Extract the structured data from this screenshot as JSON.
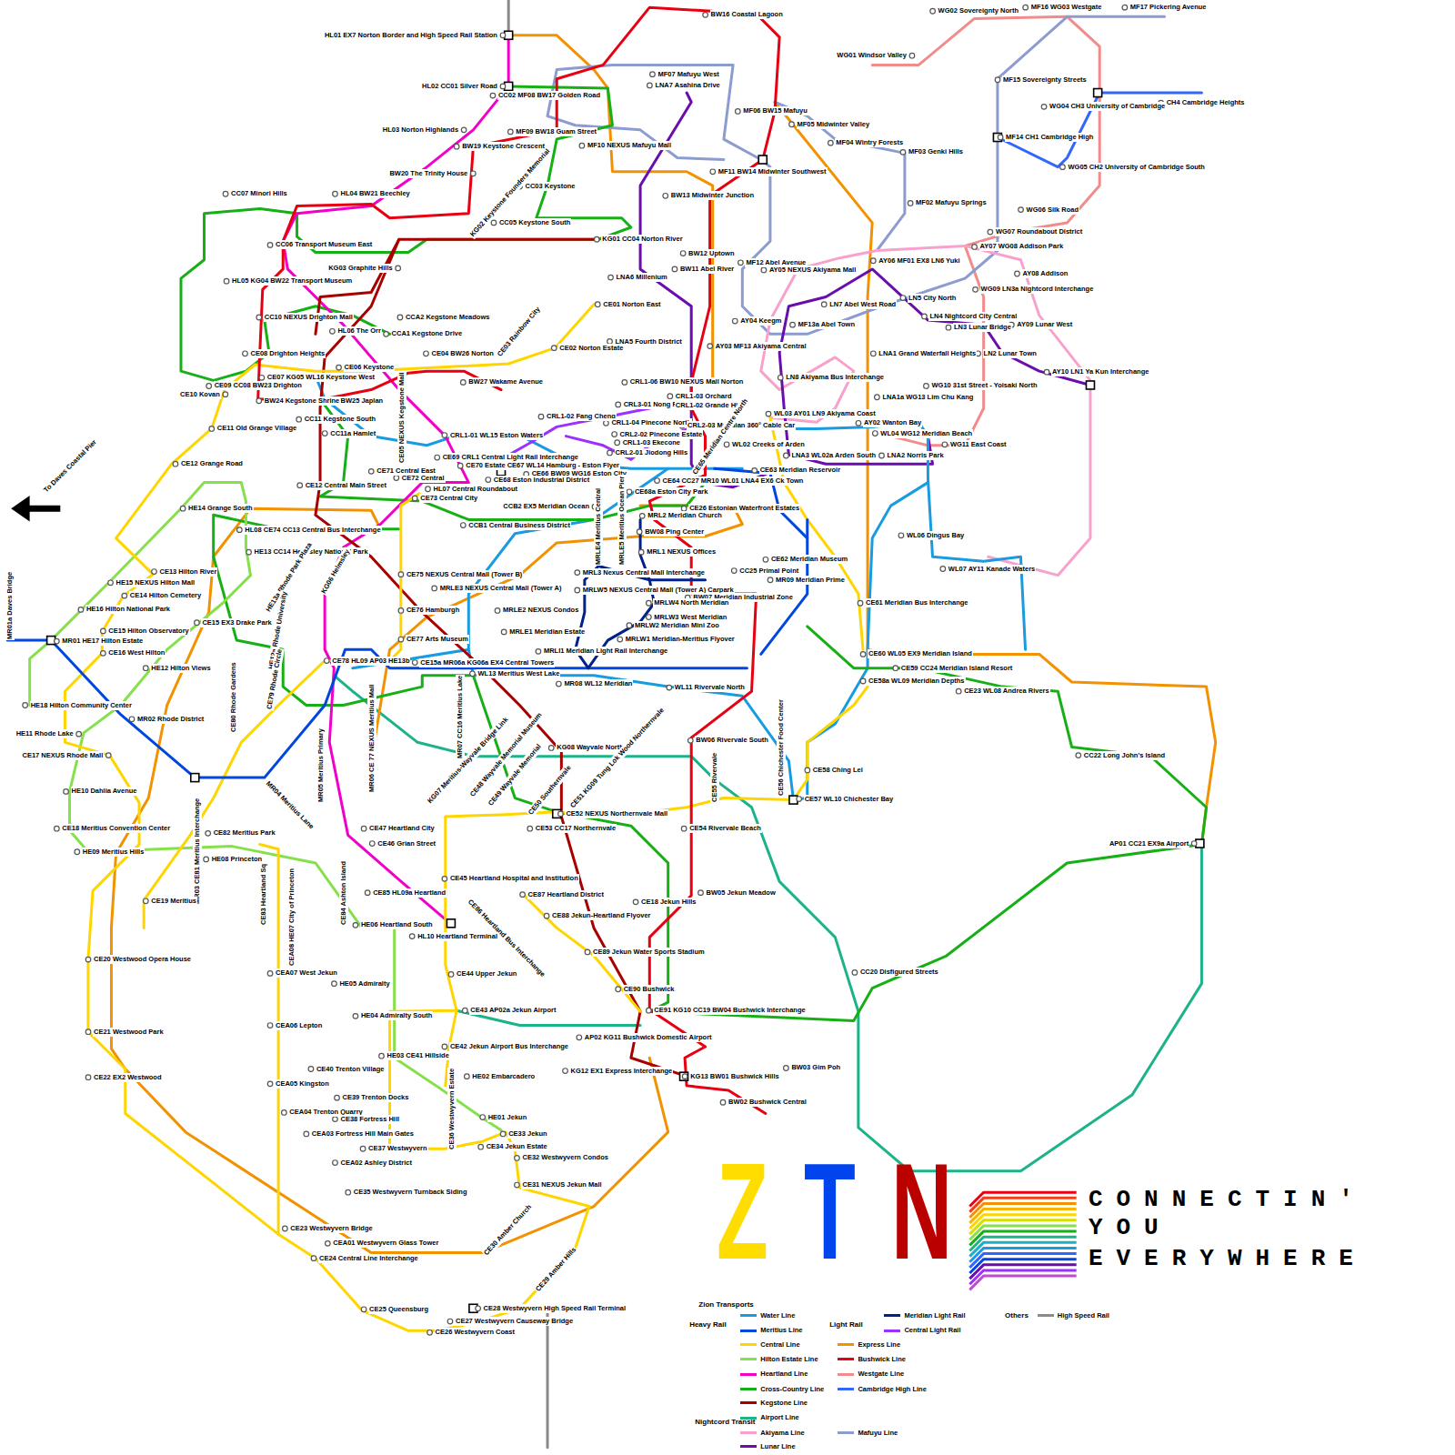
{
  "diagram": {
    "labels": [
      "BW16 Coastal Lagoon",
      "WG02 Sovereignty North",
      "MF16 WG03 Westgate",
      "MF17 Pickering Avenue",
      "HL01 EX7 Norton Border and High Speed Rail Station",
      "WG01 Windsor Valley",
      "MF07 Mafuyu West",
      "LNA7 Asahina Drive",
      "MF15 Sovereignty Streets",
      "HL02 CC01 Silver Road",
      "CC02 MF08 BW17 Golden Road",
      "WG04 CH3 University of Cambridge",
      "CH4 Cambridge Heights",
      "MF06 BW15 Mafuyu",
      "MF05 Midwinter Valley",
      "HL03 Norton Highlands",
      "MF09 BW18 Guam Street",
      "MF14 CH1 Cambridge High",
      "MF04 Wintry Forests",
      "BW19 Keystone Crescent",
      "MF10 NEXUS Mafuyu Mall",
      "MF03 Genki Hills",
      "WG05 CH2 University of Cambridge South",
      "MF11 BW14 Midwinter Southwest",
      "BW20 The Trinity House",
      "KG02 Keystone Founders Memorial",
      "CC03 Keystone",
      "CC07 Minori Hills",
      "HL04 BW21 Beechley",
      "BW13 Midwinter Junction",
      "MF02 Mafuyu Springs",
      "WG06 Silk Road",
      "CC05 Keystone South",
      "WG07 Roundabout District",
      "KG01 CC04 Norton River",
      "CC06 Transport Museum East",
      "AY07 WG08 Addison Park",
      "BW12 Uptown",
      "MF12 Abel Avenue",
      "AY06 MF01 EX8 LN6 Yuki",
      "KG03 Graphite Hills",
      "BW11 Abel River",
      "AY05 NEXUS Akiyama Mall",
      "AY08 Addison",
      "HL05 KG04 BW22 Transport Museum",
      "LNA6 Millenium",
      "WG09 LN3a Nightcord Interchange",
      "LN5 City North",
      "LN7 Abel West Road",
      "CE01 Norton East",
      "CC10 NEXUS Drighton Mall",
      "CCA2 Kegstone Meadows",
      "AY04 Keegm",
      "LN4 Nightcord City Central",
      "LN3 Lunar Bridge",
      "AY09 Lunar West",
      "MF13a Abel Town",
      "HL06 The Orr",
      "CCA1 Kegstone Drive",
      "CE03 Rainbow City",
      "LNA5 Fourth District",
      "AY03 MF13 Akiyama Central",
      "CE02 Norton Estate",
      "CE08 Drighton Heights",
      "CE04 BW26 Norton",
      "LNA1 Grand Waterfall Heights",
      "LN2 Lunar Town",
      "AY10 LN1 Ya Kun Interchange",
      "CE07 KG05 WL16 Keystone West",
      "CE06 Keystone",
      "LN8 Akiyama Bus Interchange",
      "BW27 Wakame Avenue",
      "CE09 CC08 BW23 Drighton",
      "CE10 Kovan",
      "CRL1-06 BW10 NEXUS Mall Norton",
      "WG10 31st Street - Yoisaki North",
      "LNA1a WG13 Lim Chu Kang",
      "BW24 Kegstone Shrine",
      "BW25 Japlan",
      "CRL3-01 Nong Ping",
      "CRL1-02 Grande Hills",
      "CC11 Kegstone South",
      "CRL1-02 Fang Cheng",
      "CRL1-03 Orchard",
      "CRL1-04 Pinecone North",
      "CRL2-03 Meridian 360° Cable Car",
      "WL03 AY01 LN9 Akiyama Coast",
      "AY02 Wanton Bay",
      "CE05 NEXUS Kegstone Mall",
      "CE11 Old Grange Village",
      "CC11a Hamlet",
      "CRL2-02 Pinecone Estate",
      "WL04 WG12 Meridian Beach",
      "CRL1-01 WL15 Eston Waters",
      "CE65 Meridian Centre North",
      "CRL1-03 Ekecone",
      "WL02 Creeks of Arden",
      "WG11 East Coast",
      "CRL2-01 Jiodong Hills",
      "CE69 CRL1 Central Light Rail Interchange",
      "CE70 Estate CE67 WL14 Hamburg - Eston Flyer",
      "LNA3 WL02a Arden South",
      "LNA2 Norris Park",
      "CE12 Grange Road",
      "CE66 BW09 WG16 Eston City",
      "CE63 Meridian Reservoir",
      "CE71 Central East",
      "CE72 Central",
      "CE68 Eston Industrial District",
      "CE64 CC27 MR10 WL01 LNA4 EX6 Ck Town",
      "CE12 Central Main Street",
      "HL07 Central Roundabout",
      "CE68a Eston City Park",
      "CE73 Central City",
      "CCB2 EX5 Meridian Ocean",
      "CE26 Estonian Waterfront Estates",
      "HE14 Grange South",
      "MRL2 Meridian Church",
      "CCB1 Central Business District",
      "HL08 CE74 CC13 Central Bus Interchange",
      "BW08 Ping Center",
      "MRLE4 Meritius Central",
      "MRLE5 Meritius Ocean Pier",
      "HE13 CC14 Helmsley National Park",
      "MRL1 NEXUS Offices",
      "KG06 Helmsley",
      "HE13a Rhode Park Plaza",
      "CE62 Meridian Museum",
      "CE13 Hilton River",
      "CE75 NEXUS Central Mall (Tower B)",
      "MRL3 Nexus Central Mall Interchange",
      "CC25 Primal Point",
      "MR09 Meridian Prime",
      "HE15 NEXUS Hilton Mall",
      "MRLE3 NEXUS Central Mall (Tower A)",
      "MRLW5 NEXUS Central Mall (Tower A) Carpark",
      "BW07 Meridian Industrial Zone",
      "CE14 Hilton Cemetery",
      "MRLW4 North Meridian",
      "CE61 Meridian Bus Interchange",
      "HE16 Hilton National Park",
      "CE76 Hamburgh",
      "MRLE2 NEXUS Condos",
      "MRLW3 West Meridian",
      "MRLW2 Meridian Mini Zoo",
      "CE15 Hilton Observatory",
      "CE15 EX3 Drake Park",
      "MRLE1 Meridian Estate",
      "MR01 HE17 Hilton Estate",
      "MRLW1 Meridian-Meritius Flyover",
      "CE77 Arts Museum",
      "CE16 West Hilton",
      "HE12a Rhode University",
      "MRLI1 Meridian Light Rail Interchange",
      "CE60 WL05 EX9 Meridian Island",
      "CE78 HL09 AP03 HE13b",
      "CE15a MR06a KG06a EX4 Central Towers",
      "HE12 Hilton Views",
      "CE59 CC24 Meridian Island Resort",
      "WL13 Meritius West Lake",
      "MR08 WL12 Meridian",
      "CE58a WL09 Meridian Depths",
      "WL11 Rivervale North",
      "CE23 WL08 Andrea Rivers",
      "CE80 Rhode Gardens",
      "CE79 Rhode Circle",
      "MR01a Daves Bridge",
      "To Daves Coastal Pier",
      "HE18 Hilton Community Center",
      "MR02 Rhode District",
      "HE11 Rhode Lake",
      "BW06 Rivervale South",
      "KG07 Meritius-Wayvale Bridge Link",
      "CE48 Wayvale Memorial Museum",
      "CE17 NEXUS Rhode Mall",
      "KG08 Wayvale North",
      "CC22 Long John's Island",
      "MR07 CC16 Meritius Lake",
      "MR06 CE 77 NEXUS Meritius Mall",
      "MR05 Meritius Primary",
      "CE55 Rivervale",
      "CE56 Chichester Food Center",
      "CE58 Ching Lei",
      "CE49 Wayvale Memorial",
      "CE50 Southernvale",
      "CE51 KG09 Tung Lok Wood Northernvale",
      "MR04 Meritius Lane",
      "HE10 Dahlia Avenue",
      "CE57 WL10 Chichester Bay",
      "CE52 NEXUS Northernvale Mall",
      "CE47 Heartland City",
      "CE53 CC17 Northernvale",
      "CE54 Rivervale Beach",
      "CE18 Meritius Convention Center",
      "CE82 Meritius Park",
      "MR03 CE81 Meritius Interchange",
      "AP01 CC21 EX9a Airport",
      "CE46 Grian Street",
      "HE09 Meritius Hills",
      "HE08 Princeton",
      "CE83 Heartland Sq",
      "CEA08 HE07 City of Princeton",
      "CE84 Ashton Island",
      "CE45 Heartland Hospital and Institution",
      "CE85 HL09a Heartland",
      "CE87 Heartland District",
      "BW05 Jekun Meadow",
      "CE19 Meritius",
      "CE86 Heartland Bus Interchange",
      "CE18 Jekun Hills",
      "CE88 Jekun-Heartland Flyover",
      "HE06 Heartland South",
      "HL10 Heartland Terminal",
      "CE89 Jekun Water Sports Stadium",
      "CE20 Westwood Opera House",
      "CE44 Upper Jekun",
      "CEA07 West Jekun",
      "CC20 Disfigured Streets",
      "HE05 Admiralty",
      "CE90 Bushwick",
      "CE43 AP02a Jekun Airport",
      "CE91 KG10 CC19 BW04 Bushwick Interchange",
      "HE04 Admiralty South",
      "CEA06 Lepton",
      "CE21 Westwood Park",
      "AP02 KG11 Bushwick Domestic Airport",
      "CE42 Jekun Airport Bus Interchange",
      "HE03 CE41 Hillside",
      "BW03 Gim Poh",
      "CE40 Trenton Village",
      "KG12 EX1 Express Interchange",
      "KG13 BW01 Bushwick Hills",
      "HE02 Embarcadero",
      "CE22 EX2 Westwood",
      "CEA05 Kingston",
      "CE39 Trenton Docks",
      "BW02 Bushwick Central",
      "CEA04 Trenton Quarry",
      "CE38 Fortress Hill",
      "HE01 Jekun",
      "CE33 Jekun",
      "CEA03 Fortress Hill Main Gates",
      "CE36 Westwyvern Estate",
      "CE37 Westwyvern",
      "CE34 Jekun Estate",
      "CEA02 Ashley District",
      "CE32 Westwyvern Condos",
      "CE31 NEXUS Jekun Mall",
      "CE35 Westwyvern Turnback Siding",
      "CE30 Amber Church",
      "CE23 Westwyvern Bridge",
      "CEA01 Westwyvern Glass Tower",
      "CE24 Central Line Interchange",
      "CE29 Amber Hills",
      "CE25 Queensburg",
      "CE28 Westwyvern High Speed Rail Terminal",
      "CE27 Westwyvern Causeway Bridge",
      "CE26 Westwyvern Coast",
      "WL06 Dingus Bay",
      "WL07 AY11 Kanade Waters",
      "Zion Transports",
      "Heavy Rail",
      "Light Rail",
      "Others",
      "Nightcord Transit",
      "Z",
      "T",
      "N",
      "CONNECTIN'",
      "YOU",
      "EVERYWHERE"
    ],
    "legend": [
      {
        "text": "Water Line",
        "color": "#1a9be0"
      },
      {
        "text": "Meritius Line",
        "color": "#0046e0"
      },
      {
        "text": "Central Line",
        "color": "#ffd500"
      },
      {
        "text": "Hilton Estate Line",
        "color": "#86e04c"
      },
      {
        "text": "Heartland Line",
        "color": "#f000c8"
      },
      {
        "text": "Cross-Country Line",
        "color": "#16b016"
      },
      {
        "text": "Kegstone Line",
        "color": "#a80000"
      },
      {
        "text": "Airport Line",
        "color": "#1db38a"
      },
      {
        "text": "Akiyama Line",
        "color": "#f7a1cd"
      },
      {
        "text": "Lunar Line",
        "color": "#6a0dad"
      },
      {
        "text": "Meridian Light Rail",
        "color": "#00208a"
      },
      {
        "text": "Central Light Rail",
        "color": "#9b30ff"
      },
      {
        "text": "Express Line",
        "color": "#f39200"
      },
      {
        "text": "Bushwick Line",
        "color": "#e60012"
      },
      {
        "text": "Westgate Line",
        "color": "#f28b8b"
      },
      {
        "text": "Cambridge High Line",
        "color": "#3366ff"
      },
      {
        "text": "Mafuyu Line",
        "color": "#8c9bd0"
      },
      {
        "text": "High Speed Rail",
        "color": "#8a8a8a"
      }
    ]
  }
}
